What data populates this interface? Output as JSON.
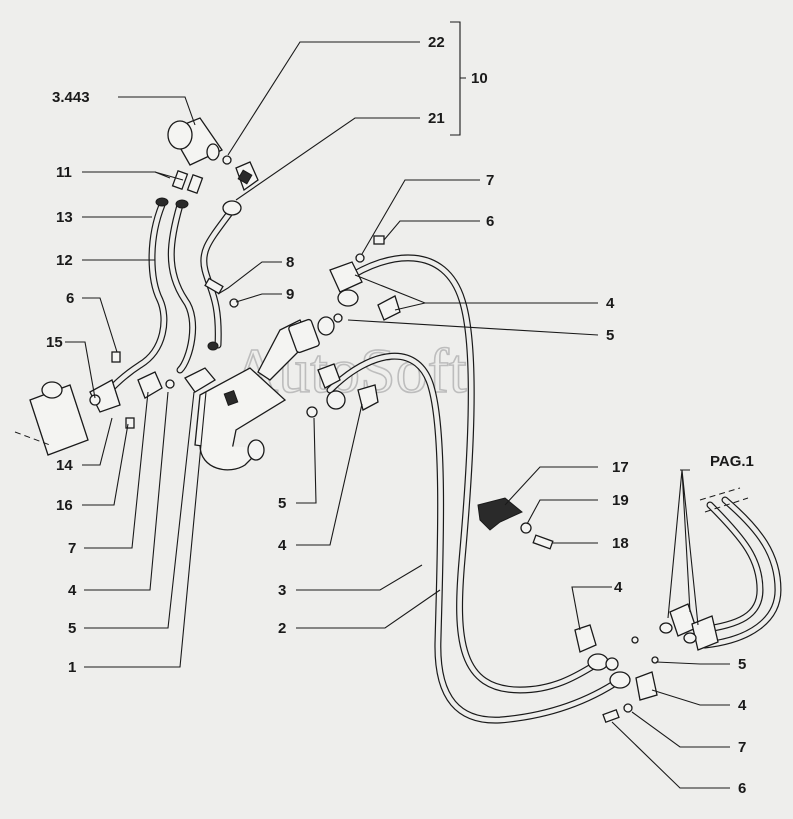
{
  "watermark": "AutoSoft",
  "callouts": [
    {
      "id": "l-22",
      "text": "22"
    },
    {
      "id": "l-10",
      "text": "10"
    },
    {
      "id": "l-21",
      "text": "21"
    },
    {
      "id": "l-3443",
      "text": "3.443"
    },
    {
      "id": "l-11",
      "text": "11"
    },
    {
      "id": "l-13",
      "text": "13"
    },
    {
      "id": "l-12",
      "text": "12"
    },
    {
      "id": "l-6a",
      "text": "6"
    },
    {
      "id": "l-15",
      "text": "15"
    },
    {
      "id": "l-14",
      "text": "14"
    },
    {
      "id": "l-16",
      "text": "16"
    },
    {
      "id": "l-7a",
      "text": "7"
    },
    {
      "id": "l-4a",
      "text": "4"
    },
    {
      "id": "l-5a",
      "text": "5"
    },
    {
      "id": "l-1",
      "text": "1"
    },
    {
      "id": "l-8",
      "text": "8"
    },
    {
      "id": "l-9",
      "text": "9"
    },
    {
      "id": "l-7b",
      "text": "7"
    },
    {
      "id": "l-6b",
      "text": "6"
    },
    {
      "id": "l-4b",
      "text": "4"
    },
    {
      "id": "l-5b",
      "text": "5"
    },
    {
      "id": "l-5c",
      "text": "5"
    },
    {
      "id": "l-4c",
      "text": "4"
    },
    {
      "id": "l-3",
      "text": "3"
    },
    {
      "id": "l-2",
      "text": "2"
    },
    {
      "id": "l-17",
      "text": "17"
    },
    {
      "id": "l-19",
      "text": "19"
    },
    {
      "id": "l-18",
      "text": "18"
    },
    {
      "id": "l-pag1",
      "text": "PAG.1"
    },
    {
      "id": "l-4d",
      "text": "4"
    },
    {
      "id": "l-5d",
      "text": "5"
    },
    {
      "id": "l-4e",
      "text": "4"
    },
    {
      "id": "l-7c",
      "text": "7"
    },
    {
      "id": "l-6c",
      "text": "6"
    }
  ]
}
